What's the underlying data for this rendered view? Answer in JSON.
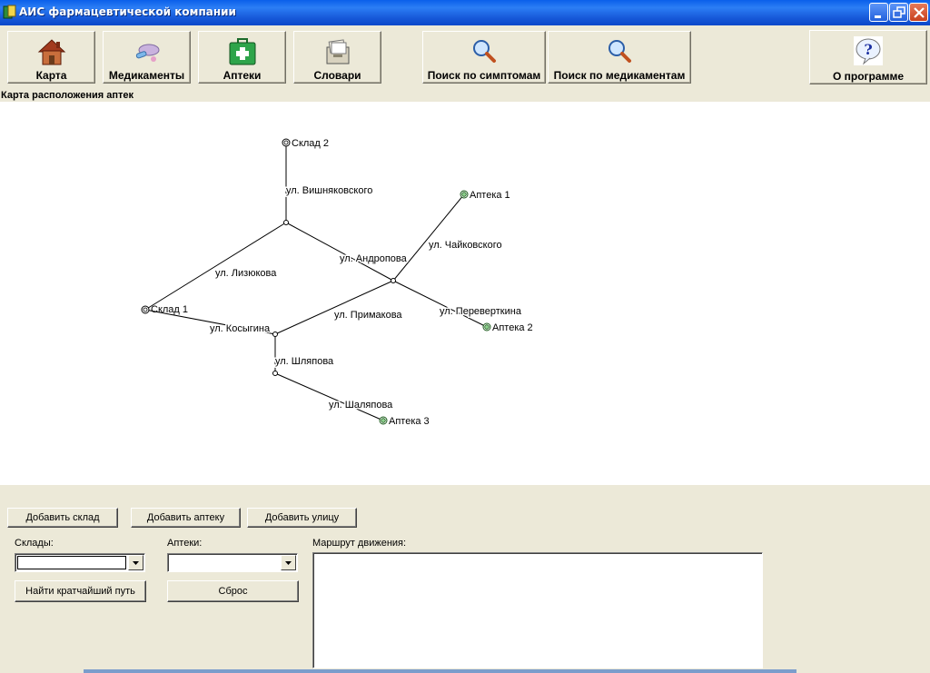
{
  "window": {
    "title": "АИС фармацевтической компании"
  },
  "toolbar": {
    "items": [
      {
        "label": "Карта",
        "icon": "house-icon"
      },
      {
        "label": "Медикаменты",
        "icon": "pills-icon"
      },
      {
        "label": "Аптеки",
        "icon": "first-aid-kit-icon"
      },
      {
        "label": "Словари",
        "icon": "card-file-icon"
      },
      {
        "label": "Поиск по симптомам",
        "icon": "magnifier-icon"
      },
      {
        "label": "Поиск по медикаментам",
        "icon": "magnifier-icon"
      },
      {
        "label": "О программе",
        "icon": "help-icon"
      }
    ]
  },
  "map": {
    "caption": "Карта расположения аптек",
    "nodes": {
      "sklad2": "Склад 2",
      "sklad1": "Склад 1",
      "apteka1": "Аптека 1",
      "apteka2": "Аптека 2",
      "apteka3": "Аптека 3"
    },
    "streets": {
      "vishnyakovskogo": "ул. Вишняковского",
      "chaikovskogo": "ул. Чайковского",
      "andropova": "ул. Андропова",
      "lizyukova": "ул. Лизюкова",
      "pereverkina": "ул. Переверткина",
      "primakova": "ул. Примакова",
      "kosygina": "ул. Косыгина",
      "shlyapova": "ул. Шляпова",
      "shalyapova": "ул. Шаляпова"
    }
  },
  "controls": {
    "add_warehouse": "Добавить склад",
    "add_pharmacy": "Добавить аптеку",
    "add_street": "Добавить улицу",
    "warehouses_label": "Склады:",
    "warehouses_value": "",
    "pharmacies_label": "Аптеки:",
    "pharmacies_value": "",
    "find_shortest": "Найти кратчайший путь",
    "reset": "Сброс",
    "route_label": "Маршрут движения:",
    "route_text": ""
  },
  "colors": {
    "titlebar": "#0A5FEA",
    "face": "#ECE9D8",
    "node_fill": "#8FD18F"
  }
}
